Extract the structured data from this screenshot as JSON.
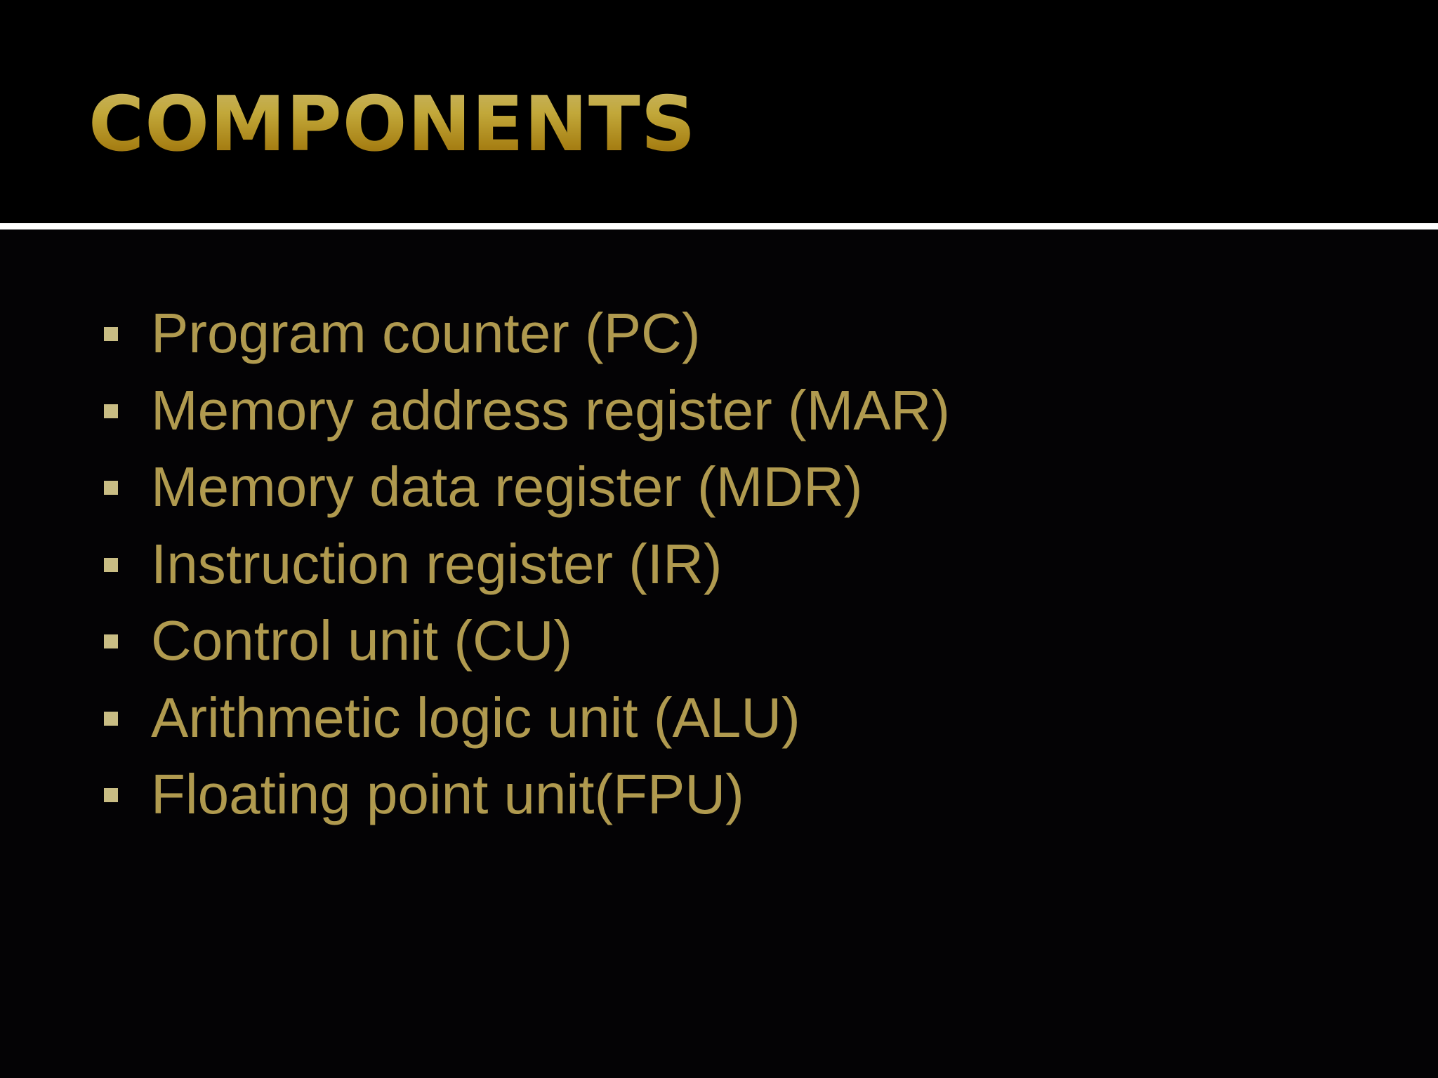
{
  "slide": {
    "title": "COMPONENTS",
    "bullets": [
      "Program counter (PC)",
      "Memory address register (MAR)",
      "Memory data register (MDR)",
      "Instruction register (IR)",
      "Control unit (CU)",
      "Arithmetic logic unit (ALU)",
      "Floating point unit(FPU)"
    ]
  },
  "colors": {
    "background": "#040305",
    "title_gold": "#f3dc5a",
    "bullet_text": "#b09a4f",
    "bullet_marker": "#c9bd84",
    "divider": "#ffffff"
  }
}
